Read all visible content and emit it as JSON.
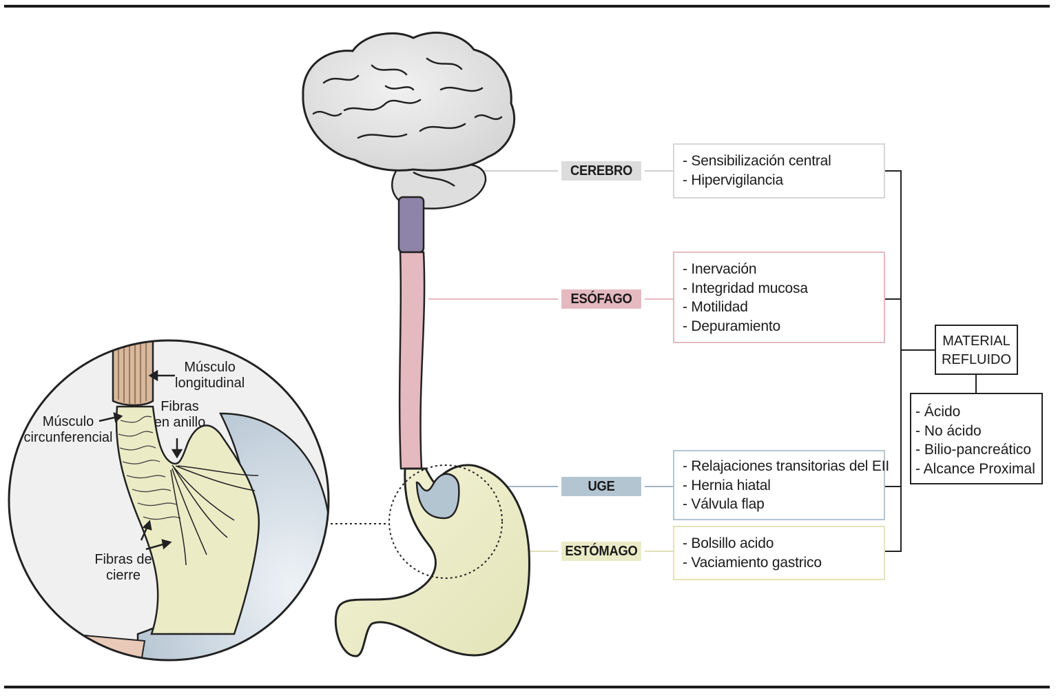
{
  "colors": {
    "cerebro": "#dcdcdc",
    "esofago": "#e5b9c0",
    "uge": "#b4c5d2",
    "estomago": "#eaebc6",
    "sphincter": "#8e83a8"
  },
  "sections": [
    {
      "tag": "CEREBRO",
      "items": [
        "- Sensibilización central",
        "- Hipervigilancia"
      ]
    },
    {
      "tag": "ESÓFAGO",
      "items": [
        "- Inervación",
        "- Integridad mucosa",
        "- Motilidad",
        "- Depuramiento"
      ]
    },
    {
      "tag": "UGE",
      "items": [
        "- Relajaciones transitorias del EII",
        "- Hernia hiatal",
        "- Válvula flap"
      ]
    },
    {
      "tag": "ESTÓMAGO",
      "items": [
        "- Bolsillo acido",
        "- Vaciamiento gastrico"
      ]
    }
  ],
  "refluxed": {
    "title_line1": "MATERIAL",
    "title_line2": "REFLUIDO",
    "items": [
      "- Ácido",
      "- No ácido",
      "- Bilio-pancreático",
      "- Alcance Proximal"
    ]
  },
  "inset": {
    "longitudinal_1": "Músculo",
    "longitudinal_2": "longitudinal",
    "circular_1": "Músculo",
    "circular_2": "circunferencial",
    "ring_1": "Fibras",
    "ring_2": "en anillo",
    "closure_1": "Fibras de",
    "closure_2": "cierre"
  }
}
